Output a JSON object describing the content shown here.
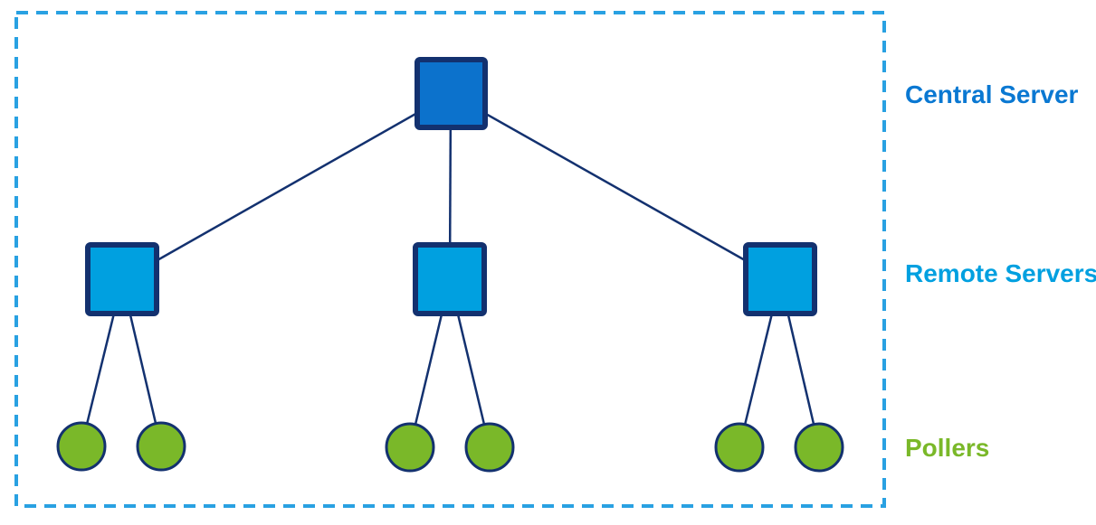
{
  "labels": {
    "central": "Central Server",
    "remote": "Remote Servers",
    "pollers": "Pollers"
  },
  "colors": {
    "background": "#ffffff",
    "boundary": "#29a1e2",
    "line": "#13316f",
    "node_border": "#13316f",
    "central_fill": "#0c72cc",
    "central_label": "#0a78d2",
    "remote_fill": "#00a0e0",
    "remote_label": "#00a0e0",
    "poller_fill": "#7ab829",
    "poller_label": "#7ab829"
  },
  "structure": {
    "central_server_count": 1,
    "remote_server_count": 3,
    "pollers_per_remote_server": 2,
    "poller_count": 6
  }
}
